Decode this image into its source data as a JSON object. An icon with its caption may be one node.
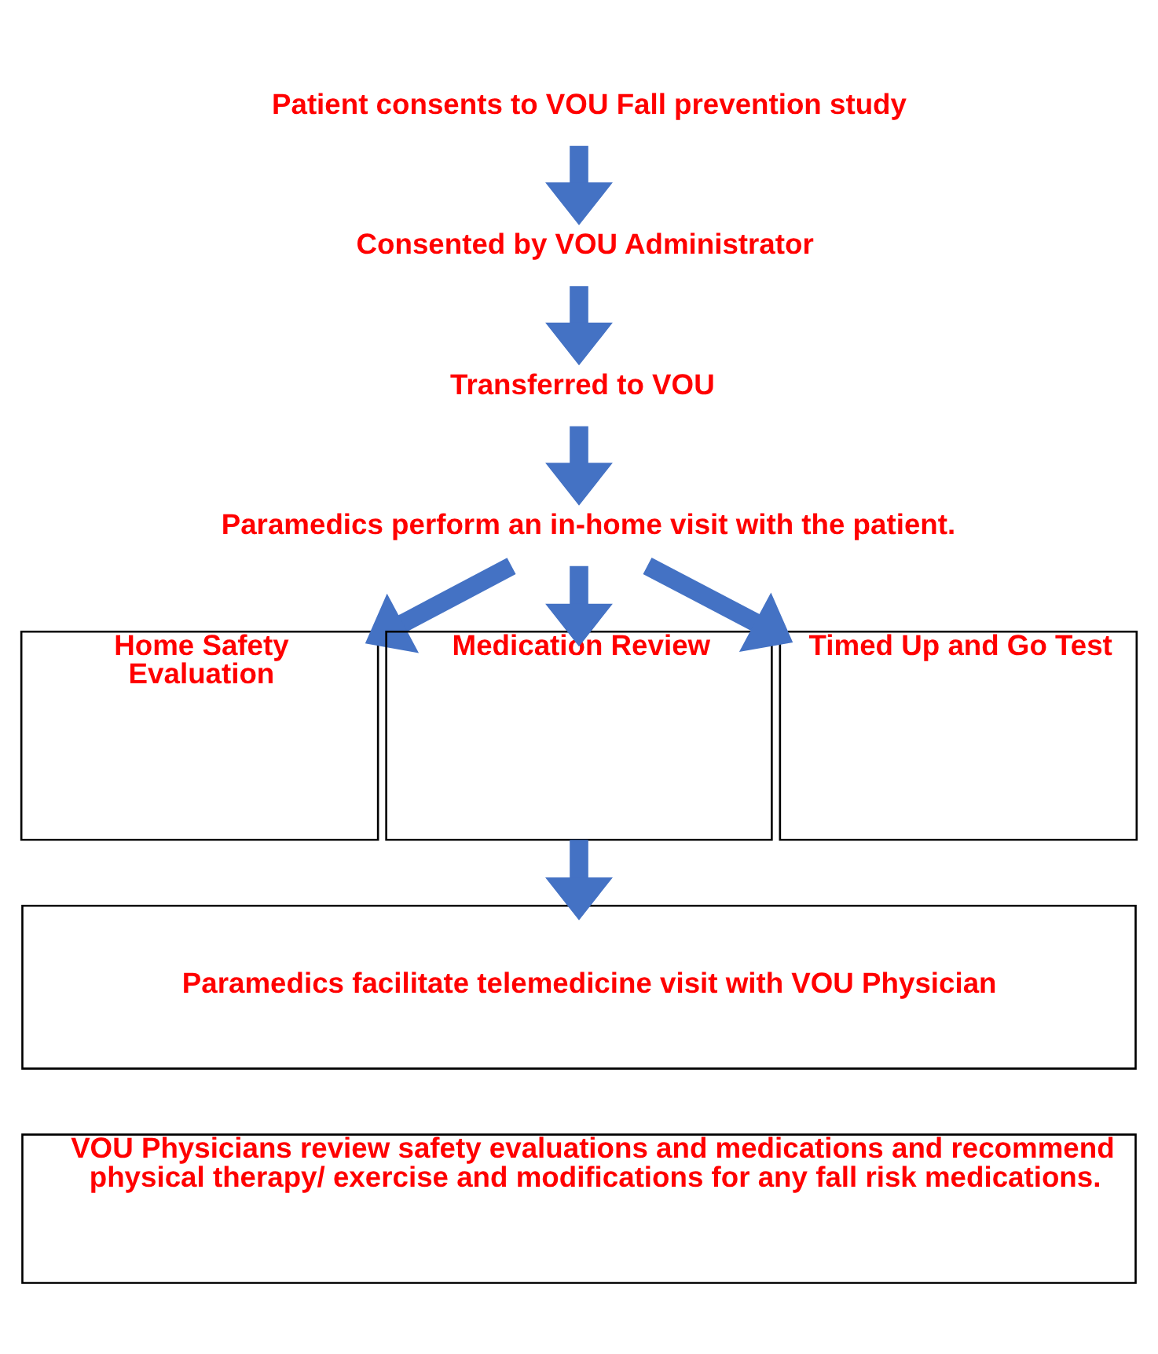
{
  "diagram": {
    "nodes": [
      {
        "text": [
          "Patient consents to VOU Fall prevention study"
        ]
      },
      {
        "text": [
          "Consented by VOU Administrator"
        ]
      },
      {
        "text": [
          "Transferred to VOU"
        ]
      },
      {
        "text": [
          "Paramedics perform an in-home visit with the patient."
        ]
      },
      {
        "text": [
          "Home Safety Evaluation"
        ]
      },
      {
        "text": [
          "Medication Review"
        ]
      },
      {
        "text": [
          "Timed Up and Go Test"
        ]
      },
      {
        "text": [
          "Paramedics facilitate telemedicine visit with VOU Physician"
        ]
      },
      {
        "text": [
          "VOU Physicians review safety evaluations and medications and recommend physical therapy/ exercise and modifications for any fall risk medications."
        ]
      }
    ],
    "edges": [
      {
        "from": 0,
        "to": 1,
        "arrow": "to"
      },
      {
        "from": 1,
        "to": 2,
        "arrow": "to"
      },
      {
        "from": 2,
        "to": 3,
        "arrow": "to"
      },
      {
        "from": 3,
        "to": 4,
        "arrow": "to"
      },
      {
        "from": 3,
        "to": 5,
        "arrow": "to"
      },
      {
        "from": 3,
        "to": 6,
        "arrow": "to"
      },
      {
        "from": 5,
        "to": 7,
        "arrow": "to"
      }
    ]
  }
}
